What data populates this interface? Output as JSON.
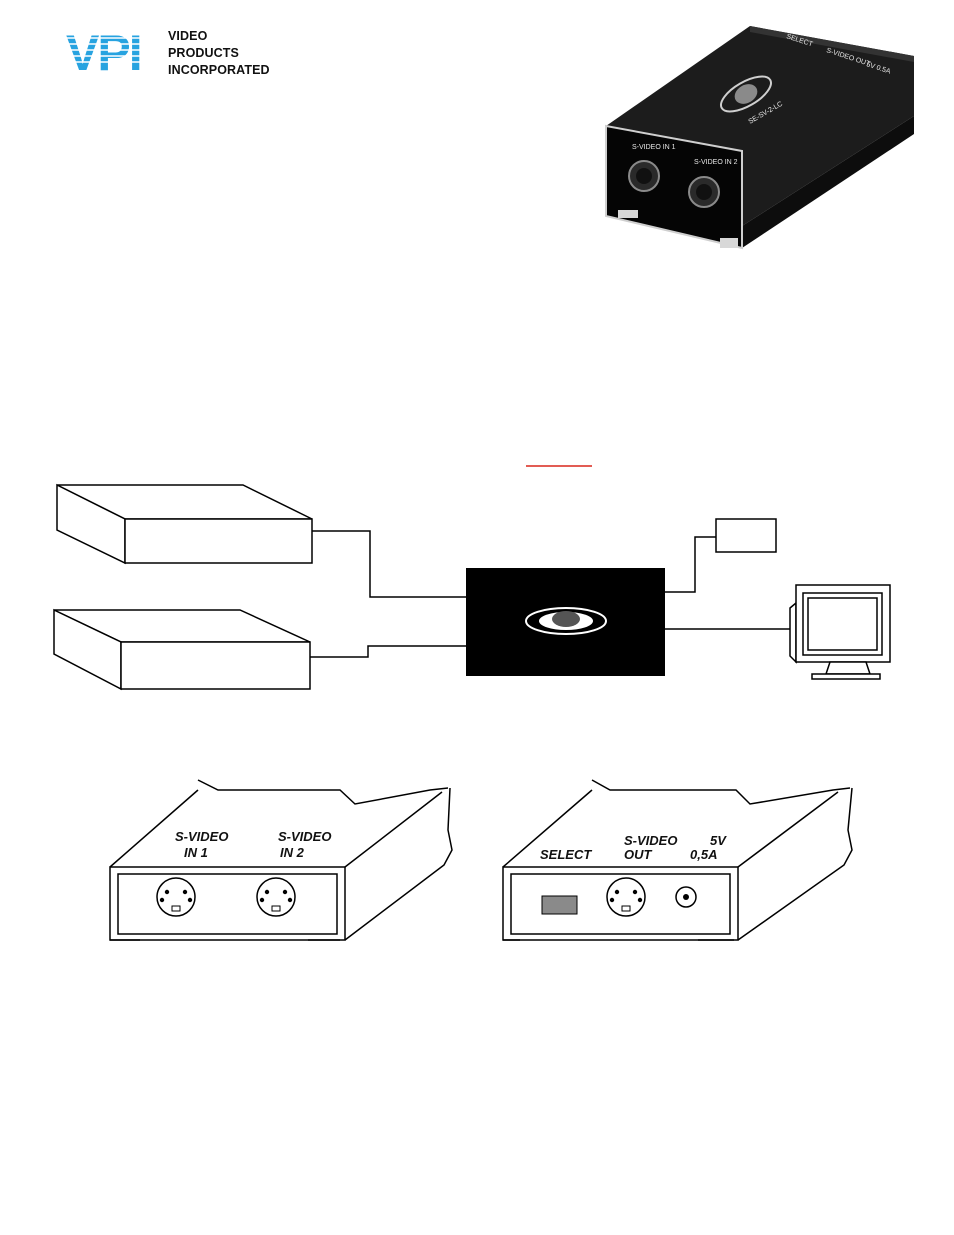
{
  "logo": {
    "mark": "VPI",
    "line1": "VIDEO",
    "line2": "PRODUCTS",
    "line3": "INCORPORATED",
    "color": "#27a3e0"
  },
  "photo": {
    "in1_label": "S-VIDEO IN 1",
    "in2_label": "S-VIDEO IN 2",
    "model_label": "SE-SV-2-LC",
    "top_labels": [
      "SELECT",
      "S-VIDEO OUT",
      "5V 0.5A"
    ]
  },
  "front_panel": {
    "label1_line1": "S-VIDEO",
    "label1_line2": "IN 1",
    "label2_line1": "S-VIDEO",
    "label2_line2": "IN 2"
  },
  "rear_panel": {
    "select_label": "SELECT",
    "out_line1": "S-VIDEO",
    "out_line2": "OUT",
    "power_line1": "5V",
    "power_line2": "0,5A"
  },
  "colors": {
    "link_underline": "#d9261c",
    "device": "#000000"
  }
}
